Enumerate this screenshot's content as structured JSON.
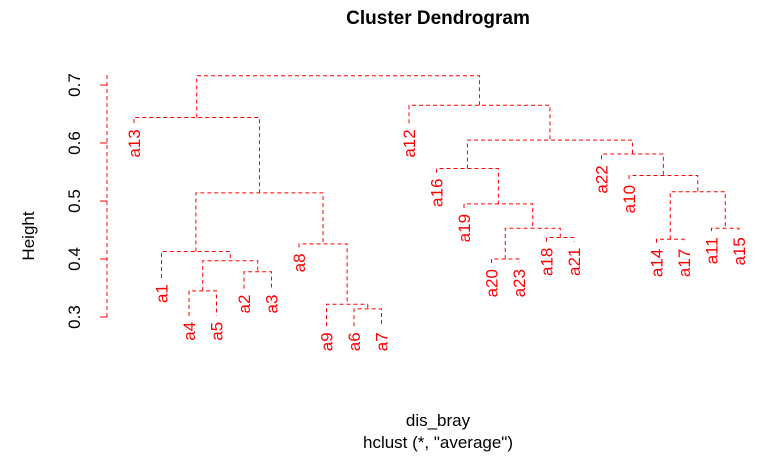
{
  "chart_data": {
    "type": "dendrogram",
    "title": "Cluster Dendrogram",
    "xlabel": "dis_bray",
    "sublabel": "hclust (*, \"average\")",
    "ylabel": "Height",
    "ylim": [
      0.3,
      0.72
    ],
    "yticks": [
      0.3,
      0.4,
      0.5,
      0.6,
      0.7
    ],
    "color": "#ff0000",
    "leaves": [
      "a13",
      "a1",
      "a4",
      "a5",
      "a2",
      "a3",
      "a8",
      "a9",
      "a6",
      "a7",
      "a12",
      "a16",
      "a19",
      "a20",
      "a23",
      "a18",
      "a21",
      "a22",
      "a10",
      "a14",
      "a17",
      "a11",
      "a15"
    ],
    "leaf_heights": [
      0.634,
      0.367,
      0.302,
      0.302,
      0.349,
      0.349,
      0.42,
      0.284,
      0.284,
      0.284,
      0.634,
      0.549,
      0.488,
      0.393,
      0.393,
      0.43,
      0.43,
      0.572,
      0.538,
      0.428,
      0.428,
      0.448,
      0.448
    ],
    "merges": [
      {
        "id": "m1",
        "left": "a6",
        "right": "a7",
        "height": 0.314
      },
      {
        "id": "m2",
        "left": "a9",
        "right": "m1",
        "height": 0.322
      },
      {
        "id": "m3",
        "left": "a4",
        "right": "a5",
        "height": 0.345
      },
      {
        "id": "m4",
        "left": "a2",
        "right": "a3",
        "height": 0.378
      },
      {
        "id": "m5",
        "left": "m3",
        "right": "m4",
        "height": 0.397
      },
      {
        "id": "m6",
        "left": "a20",
        "right": "a23",
        "height": 0.4
      },
      {
        "id": "m7",
        "left": "a1",
        "right": "m5",
        "height": 0.413
      },
      {
        "id": "m8",
        "left": "a8",
        "right": "m2",
        "height": 0.426
      },
      {
        "id": "m9",
        "left": "a18",
        "right": "a21",
        "height": 0.437
      },
      {
        "id": "m10",
        "left": "a14",
        "right": "a17",
        "height": 0.434
      },
      {
        "id": "m11",
        "left": "m6",
        "right": "m9",
        "height": 0.453
      },
      {
        "id": "m12",
        "left": "a11",
        "right": "a15",
        "height": 0.453
      },
      {
        "id": "m13",
        "left": "a19",
        "right": "m11",
        "height": 0.495
      },
      {
        "id": "m14",
        "left": "m7",
        "right": "m8",
        "height": 0.514
      },
      {
        "id": "m15",
        "left": "m10",
        "right": "m12",
        "height": 0.516
      },
      {
        "id": "m16",
        "left": "a10",
        "right": "m15",
        "height": 0.544
      },
      {
        "id": "m17",
        "left": "a16",
        "right": "m13",
        "height": 0.556
      },
      {
        "id": "m18",
        "left": "a22",
        "right": "m16",
        "height": 0.581
      },
      {
        "id": "m19",
        "left": "m17",
        "right": "m18",
        "height": 0.605
      },
      {
        "id": "m20",
        "left": "a13",
        "right": "m14",
        "height": 0.644
      },
      {
        "id": "m21",
        "left": "a12",
        "right": "m19",
        "height": 0.665
      },
      {
        "id": "m22",
        "left": "m20",
        "right": "m21",
        "height": 0.716
      }
    ]
  }
}
